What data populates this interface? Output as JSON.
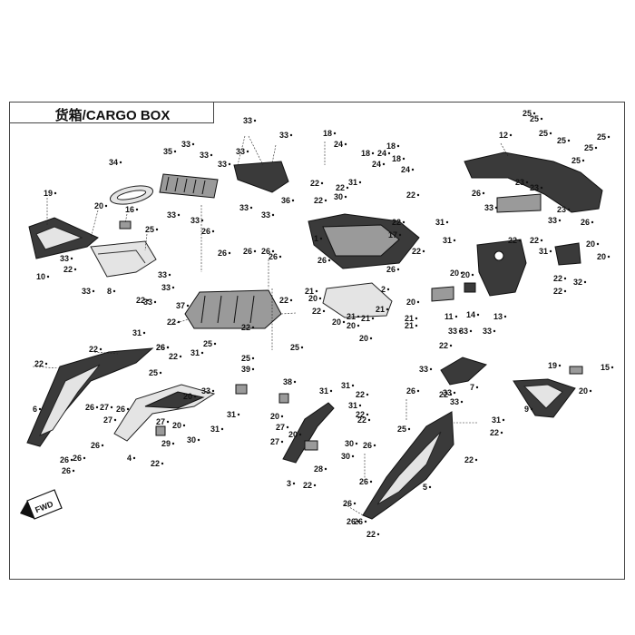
{
  "title": "货箱/CARGO BOX",
  "fwd_label": "FWD",
  "callouts": [
    "1",
    "2",
    "3",
    "4",
    "5",
    "6",
    "7",
    "8",
    "9",
    "10",
    "11",
    "12",
    "13",
    "14",
    "15",
    "16",
    "17",
    "18",
    "19",
    "20",
    "21",
    "22",
    "23",
    "24",
    "25",
    "26",
    "27",
    "28",
    "29",
    "30",
    "31",
    "32",
    "33",
    "34",
    "35",
    "36",
    "37",
    "38",
    "39"
  ]
}
